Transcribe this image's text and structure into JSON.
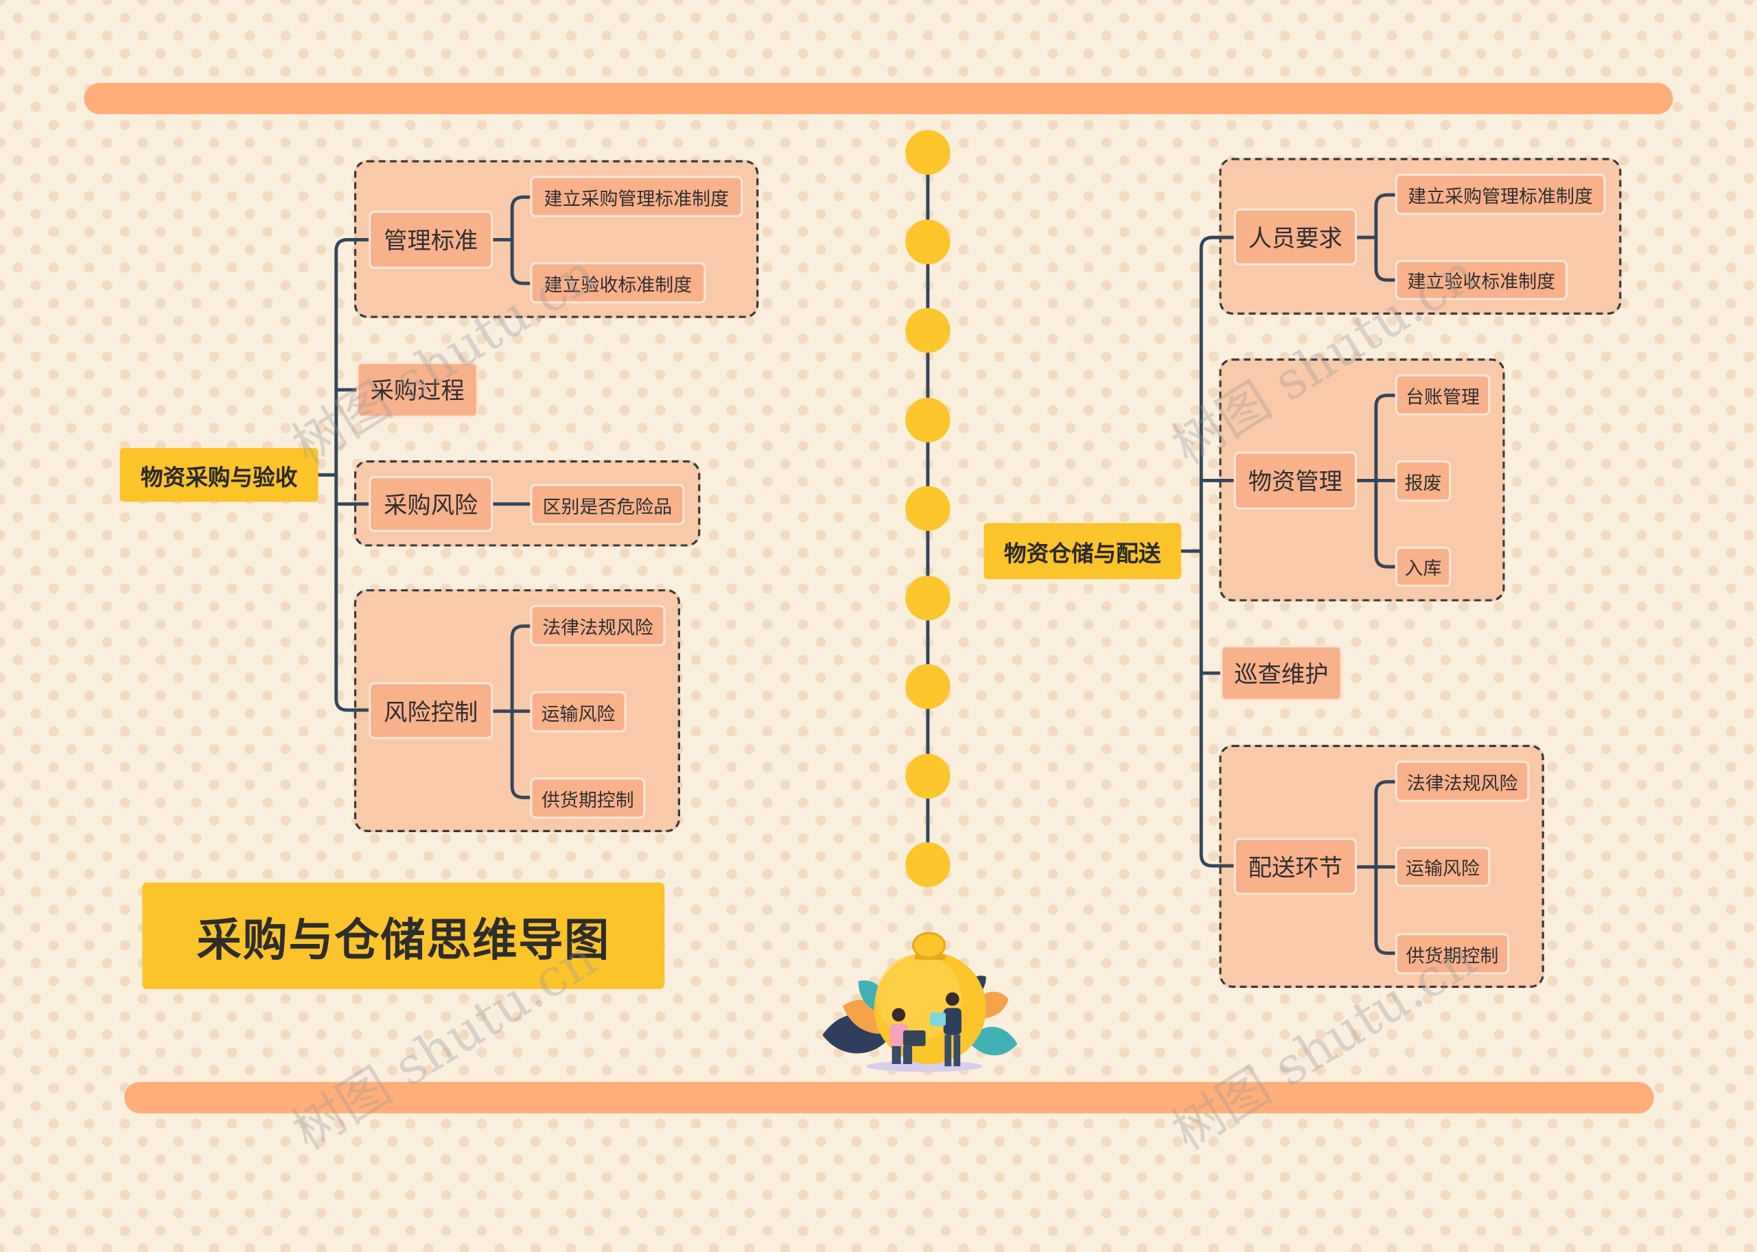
{
  "title": "采购与仓储思维导图",
  "watermark": "树图 shutu.cn",
  "colors": {
    "background": "#faeedd",
    "bar": "#ffae79",
    "accent_yellow": "#fcc42b",
    "node": "#f7b18b",
    "group": "#f8caa9",
    "connector": "#34465a",
    "text": "#2f2f2f"
  },
  "left": {
    "root": "物资采购与验收",
    "branches": [
      {
        "label": "管理标准",
        "children": [
          "建立采购管理标准制度",
          "建立验收标准制度"
        ]
      },
      {
        "label": "采购过程",
        "children": []
      },
      {
        "label": "采购风险",
        "children": [
          "区别是否危险品"
        ]
      },
      {
        "label": "风险控制",
        "children": [
          "法律法规风险",
          "运输风险",
          "供货期控制"
        ]
      }
    ]
  },
  "right": {
    "root": "物资仓储与配送",
    "branches": [
      {
        "label": "人员要求",
        "children": [
          "建立采购管理标准制度",
          "建立验收标准制度"
        ]
      },
      {
        "label": "物资管理",
        "children": [
          "台账管理",
          "报废",
          "入库"
        ]
      },
      {
        "label": "巡查维护",
        "children": []
      },
      {
        "label": "配送环节",
        "children": [
          "法律法规风险",
          "运输风险",
          "供货期控制"
        ]
      }
    ]
  },
  "illustration": {
    "icon": "piggy-bank-coin-people-icon"
  }
}
